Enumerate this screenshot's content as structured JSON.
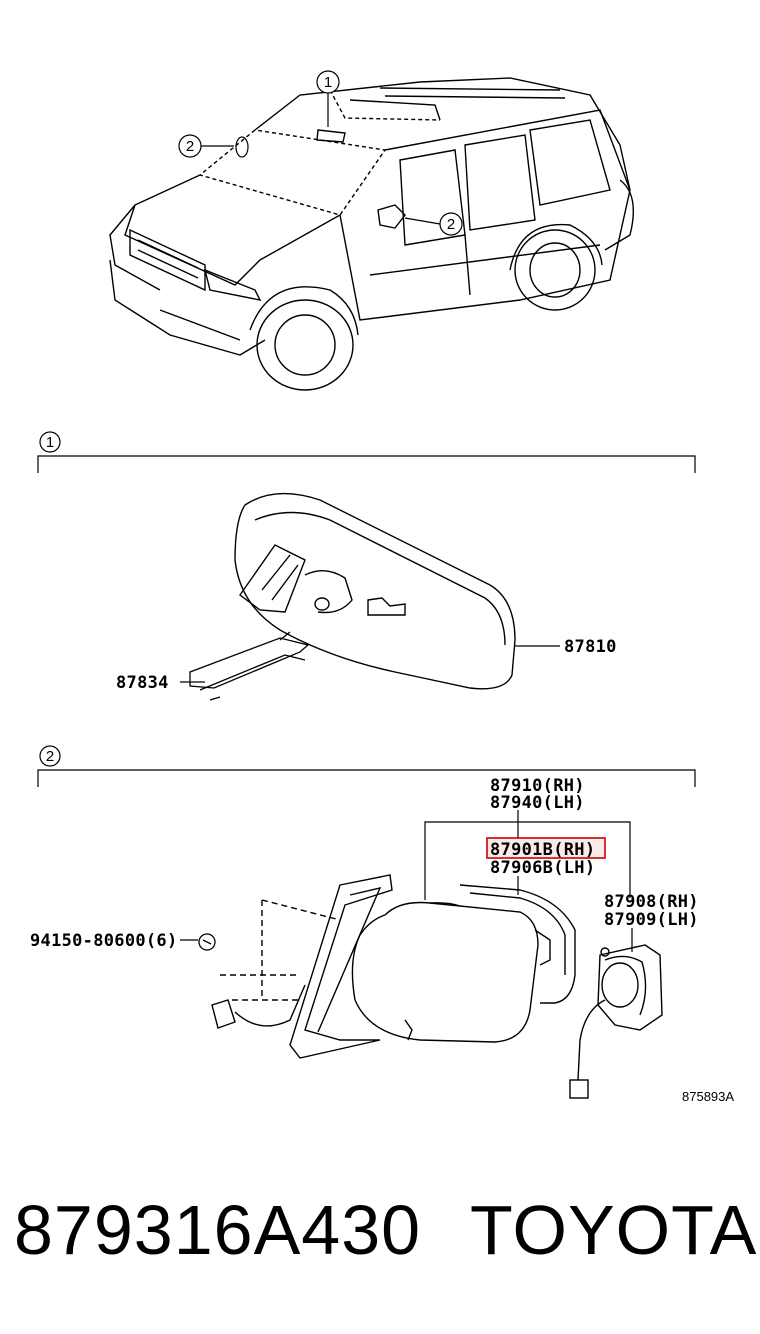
{
  "callouts": {
    "one": "1",
    "two": "2"
  },
  "section1": {
    "number": "1",
    "parts": {
      "mirror": "87810",
      "stay": "87834"
    }
  },
  "section2": {
    "number": "2",
    "parts": {
      "outer_rh": "87910(RH)",
      "outer_lh": "87940(LH)",
      "sub_rh": "87901B(RH)",
      "sub_lh": "87906B(LH)",
      "motor_rh": "87908(RH)",
      "motor_lh": "87909(LH)",
      "screw": "94150-80600(6)"
    },
    "highlight_color": "#cc0000"
  },
  "figure_code": "875893A",
  "footer": {
    "part_number": "879316A430",
    "brand": "TOYOTA"
  }
}
